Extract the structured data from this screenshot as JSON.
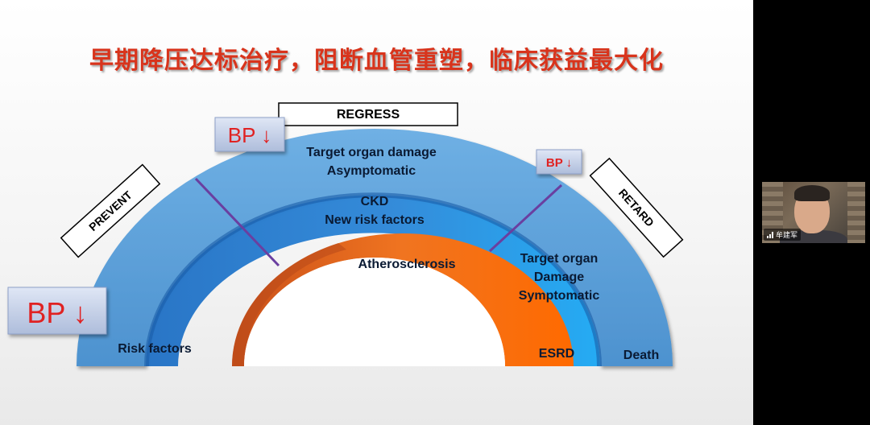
{
  "slide": {
    "title": "早期降压达标治疗，阻断血管重塑，临床获益最大化"
  },
  "diagram": {
    "boxes": {
      "regress": "REGRESS",
      "prevent": "PREVENT",
      "retard": "RETARD"
    },
    "bp_badges": {
      "large": "BP ↓",
      "top": "BP ↓",
      "right": "BP ↓"
    },
    "labels": {
      "target_organ_damage": "Target organ damage",
      "asymptomatic": "Asymptomatic",
      "ckd": "CKD",
      "new_risk_factors": "New risk factors",
      "atherosclerosis": "Atherosclerosis",
      "tod_symptomatic_1": "Target organ",
      "tod_symptomatic_2": "Damage",
      "tod_symptomatic_3": "Symptomatic",
      "risk_factors": "Risk factors",
      "esrd": "ESRD",
      "death": "Death"
    },
    "colors": {
      "outer_arc": "#5b9fd6",
      "middle_arc": "#2e7fd0",
      "middle_arc_right": "#1aa3f0",
      "inner_arc": "#e8641a",
      "divider": "#6a3fa0",
      "badge_text": "#e02020"
    }
  },
  "video": {
    "participant_name": "牟建军",
    "signal_icon": "signal-bars-icon"
  }
}
